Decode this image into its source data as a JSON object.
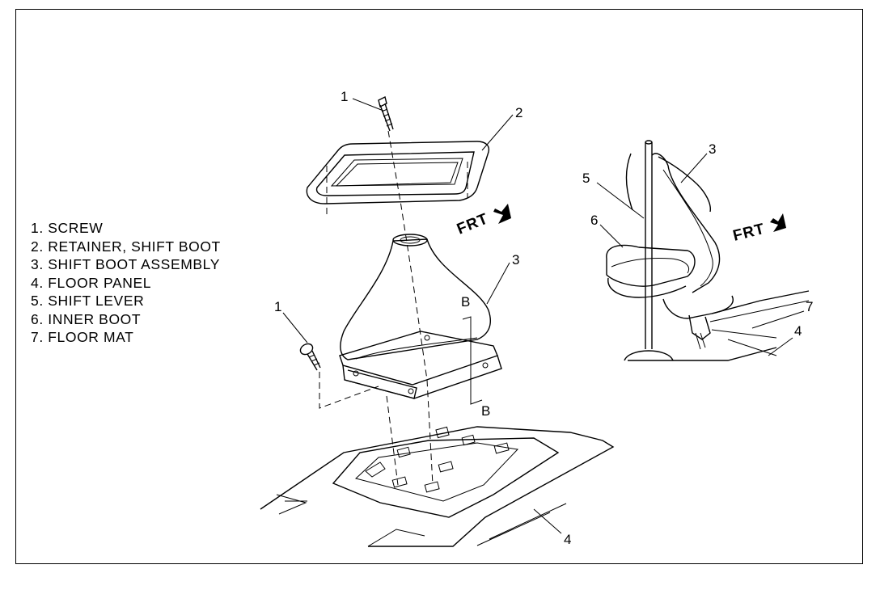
{
  "legend": [
    "1. SCREW",
    "2. RETAINER, SHIFT BOOT",
    "3. SHIFT BOOT ASSEMBLY",
    "4. FLOOR PANEL",
    "5. SHIFT LEVER",
    "6. INNER BOOT",
    "7. FLOOR MAT"
  ],
  "callouts": {
    "screw_top": "1",
    "retainer": "2",
    "boot": "3",
    "screw_left": "1",
    "floor_panel": "4",
    "b_upper": "B",
    "b_lower": "B",
    "detail_boot": "3",
    "detail_lever": "5",
    "detail_inner_boot": "6",
    "detail_floor_mat": "7",
    "detail_floor_panel": "4"
  },
  "front_labels": {
    "main": "FRT",
    "detail": "FRT"
  }
}
